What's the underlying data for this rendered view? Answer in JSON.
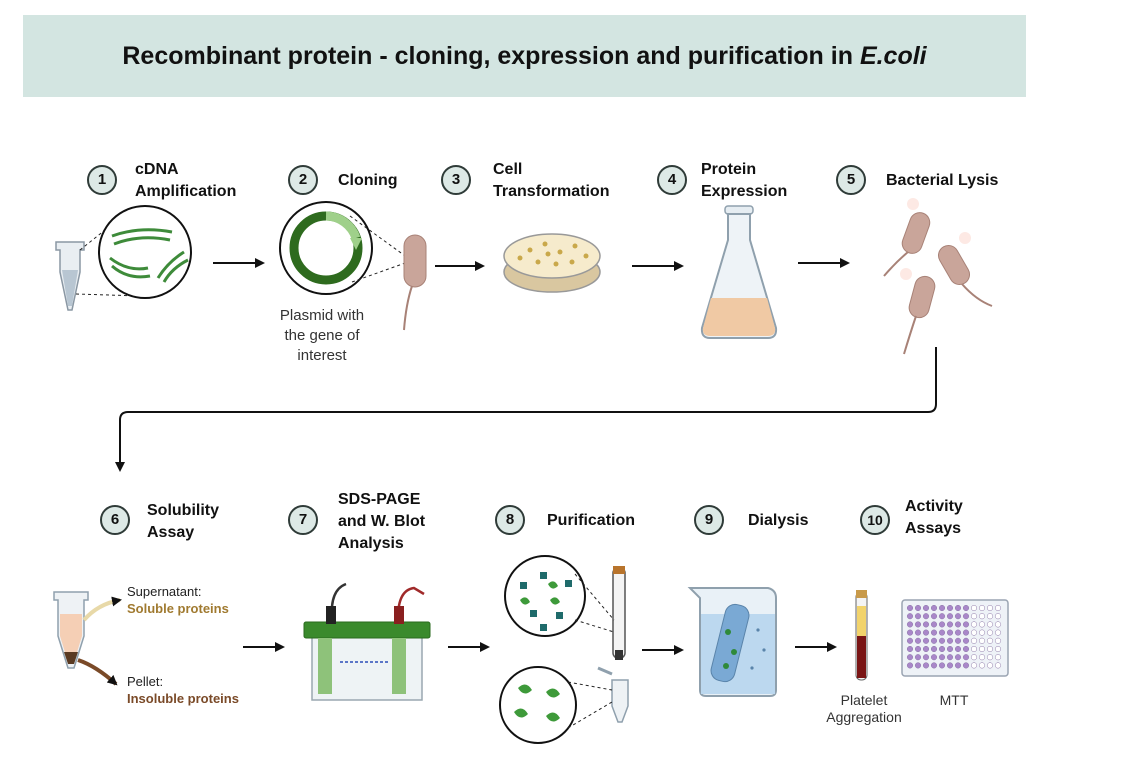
{
  "title": {
    "main": "Recombinant protein - cloning, expression and purification in ",
    "organism": "E.coli"
  },
  "steps": [
    {
      "num": "1",
      "label": "cDNA\nAmplification"
    },
    {
      "num": "2",
      "label": "Cloning"
    },
    {
      "num": "3",
      "label": "Cell\nTransformation"
    },
    {
      "num": "4",
      "label": "Protein\nExpression"
    },
    {
      "num": "5",
      "label": "Bacterial Lysis"
    },
    {
      "num": "6",
      "label": "Solubility\nAssay"
    },
    {
      "num": "7",
      "label": "SDS-PAGE\nand W. Blot\nAnalysis"
    },
    {
      "num": "8",
      "label": "Purification"
    },
    {
      "num": "9",
      "label": "Dialysis"
    },
    {
      "num": "10",
      "label": "Activity\nAssays"
    }
  ],
  "captions": {
    "plasmid": "Plasmid with\nthe gene of\ninterest",
    "supernatant": "Supernatant:",
    "soluble": "Soluble proteins",
    "pellet": "Pellet:",
    "insoluble": "Insoluble proteins",
    "platelet": "Platelet\nAggregation",
    "mtt": "MTT"
  },
  "colors": {
    "banner": "#d3e5e1",
    "soluble": "#a07a30",
    "insoluble": "#7a4a28",
    "dna": "#3e8b3a",
    "gel_green": "#3a8a2c"
  }
}
